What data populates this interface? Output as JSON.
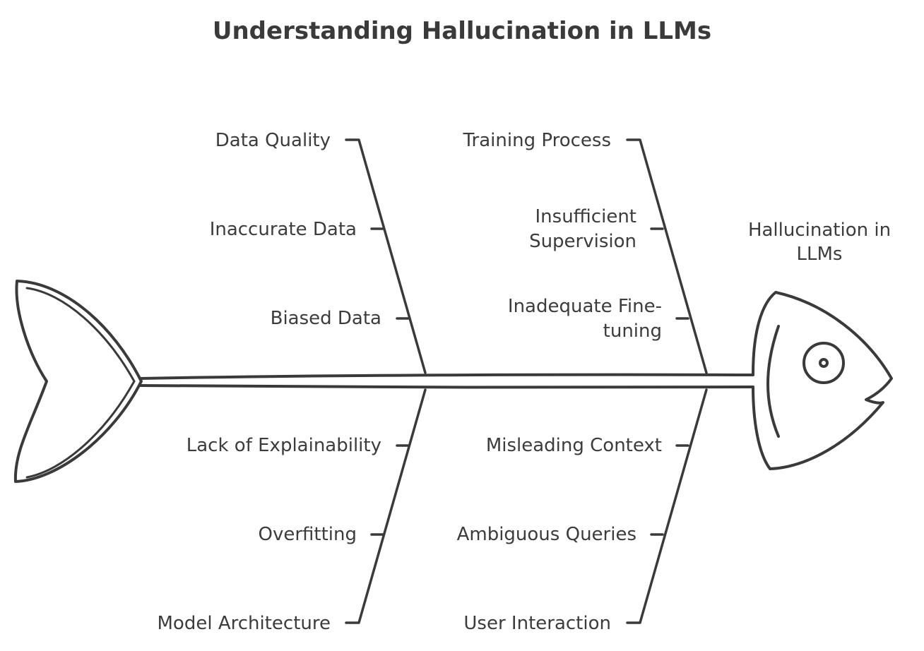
{
  "title": "Understanding Hallucination in LLMs",
  "effect": {
    "line1": "Hallucination in",
    "line2": "LLMs"
  },
  "categories": {
    "data_quality": {
      "label": "Data Quality",
      "causes": [
        "Inaccurate Data",
        "Biased Data"
      ]
    },
    "training_process": {
      "label": "Training Process",
      "causes": [
        {
          "line1": "Insufficient",
          "line2": "Supervision"
        },
        {
          "line1": "Inadequate Fine-",
          "line2": "tuning"
        }
      ]
    },
    "model_architecture": {
      "label": "Model Architecture",
      "causes": [
        "Lack of Explainability",
        "Overfitting"
      ]
    },
    "user_interaction": {
      "label": "User Interaction",
      "causes": [
        "Misleading Context",
        "Ambiguous Queries"
      ]
    }
  },
  "colors": {
    "stroke": "#3a3a3a",
    "text": "#3c3c3c",
    "background": "#ffffff"
  }
}
